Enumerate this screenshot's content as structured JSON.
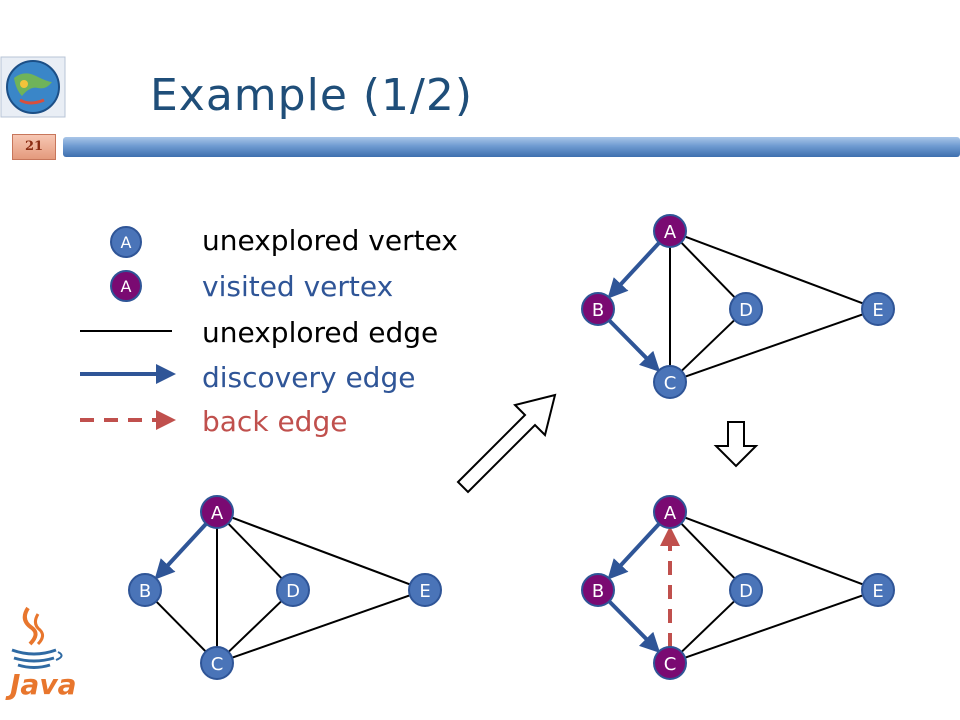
{
  "slide": {
    "title": "Example (1/2)",
    "number": "21",
    "java_logo_text": "Java"
  },
  "colors": {
    "unexplored_vertex_fill": "#4a74b8",
    "visited_vertex_fill": "#7a0a72",
    "vertex_stroke": "#2f5597",
    "discovery_edge": "#2f5597",
    "back_edge": "#c0504d",
    "unexplored_edge": "#000000",
    "title": "#1f4e79"
  },
  "legend": [
    {
      "symbol": "vertex-unexplored",
      "symbol_label": "A",
      "label": "unexplored vertex",
      "color": "#000000"
    },
    {
      "symbol": "vertex-visited",
      "symbol_label": "A",
      "label": "visited vertex",
      "color": "#2f5597"
    },
    {
      "symbol": "edge-unexplored",
      "label": "unexplored edge",
      "color": "#000000"
    },
    {
      "symbol": "edge-discovery",
      "label": "discovery edge",
      "color": "#2f5597"
    },
    {
      "symbol": "edge-back",
      "label": "back edge",
      "color": "#c0504d"
    }
  ],
  "graphs": [
    {
      "id": "bottom-left",
      "vertices": {
        "A": "visited",
        "B": "unexplored",
        "C": "unexplored",
        "D": "unexplored",
        "E": "unexplored"
      },
      "edges": [
        {
          "from": "A",
          "to": "B",
          "type": "discovery"
        },
        {
          "from": "A",
          "to": "C",
          "type": "unexplored"
        },
        {
          "from": "A",
          "to": "D",
          "type": "unexplored"
        },
        {
          "from": "A",
          "to": "E",
          "type": "unexplored"
        },
        {
          "from": "B",
          "to": "C",
          "type": "unexplored"
        },
        {
          "from": "C",
          "to": "D",
          "type": "unexplored"
        },
        {
          "from": "C",
          "to": "E",
          "type": "unexplored"
        }
      ]
    },
    {
      "id": "top-right",
      "vertices": {
        "A": "visited",
        "B": "visited",
        "C": "unexplored",
        "D": "unexplored",
        "E": "unexplored"
      },
      "edges": [
        {
          "from": "A",
          "to": "B",
          "type": "discovery"
        },
        {
          "from": "A",
          "to": "C",
          "type": "unexplored"
        },
        {
          "from": "A",
          "to": "D",
          "type": "unexplored"
        },
        {
          "from": "A",
          "to": "E",
          "type": "unexplored"
        },
        {
          "from": "B",
          "to": "C",
          "type": "discovery"
        },
        {
          "from": "C",
          "to": "D",
          "type": "unexplored"
        },
        {
          "from": "C",
          "to": "E",
          "type": "unexplored"
        }
      ]
    },
    {
      "id": "bottom-right",
      "vertices": {
        "A": "visited",
        "B": "visited",
        "C": "visited",
        "D": "unexplored",
        "E": "unexplored"
      },
      "edges": [
        {
          "from": "A",
          "to": "B",
          "type": "discovery"
        },
        {
          "from": "C",
          "to": "A",
          "type": "back"
        },
        {
          "from": "A",
          "to": "D",
          "type": "unexplored"
        },
        {
          "from": "A",
          "to": "E",
          "type": "unexplored"
        },
        {
          "from": "B",
          "to": "C",
          "type": "discovery"
        },
        {
          "from": "C",
          "to": "D",
          "type": "unexplored"
        },
        {
          "from": "C",
          "to": "E",
          "type": "unexplored"
        }
      ]
    }
  ]
}
